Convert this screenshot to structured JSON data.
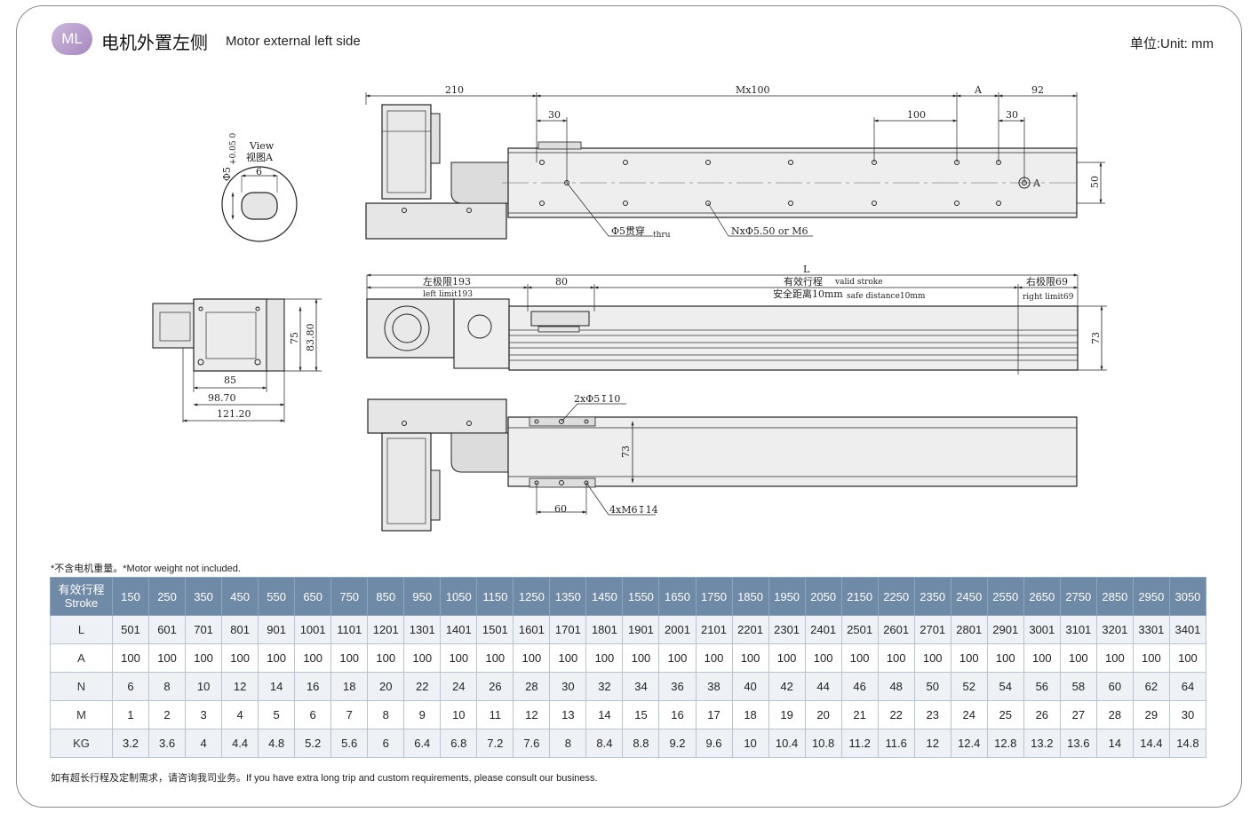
{
  "header": {
    "badge": "ML",
    "title_cn": "电机外置左侧",
    "title_en": "Motor external left side",
    "unit": "单位:Unit: mm"
  },
  "drawing": {
    "view_a": {
      "view": "View",
      "view_cn": "视图A",
      "phi5": "Φ5",
      "tol": "+0.05 0",
      "w6": "6"
    },
    "top": {
      "d210": "210",
      "mx100": "Mx100",
      "dA": "A",
      "d92": "92",
      "d30a": "30",
      "d100": "100",
      "d30b": "30",
      "d50": "50",
      "label_A": "A",
      "thru": "Φ5贯穿",
      "thru_en": "thru",
      "holes": "NxΦ5.50 or M6"
    },
    "side": {
      "L": "L",
      "left_cn": "左极限193",
      "left_en": "left limit193",
      "d80": "80",
      "stroke_cn": "有效行程",
      "stroke_en": "valid stroke",
      "safe_cn": "安全距离10mm",
      "safe_en": "safe distance10mm",
      "right_cn": "右极限69",
      "right_en": "right limit69",
      "d73": "73"
    },
    "end": {
      "d75": "75",
      "d83": "83.80",
      "d85": "85",
      "d98": "98.70",
      "d121": "121.20"
    },
    "bottom": {
      "holes1": "2xΦ5↧10",
      "d73": "73",
      "d60": "60",
      "holes2": "4xM6↧14"
    }
  },
  "notes": {
    "motor_weight": "*不含电机重量。*Motor weight not included.",
    "custom": "如有超长行程及定制需求，请咨询我司业务。If you have extra long trip and custom requirements, please consult our business."
  },
  "table": {
    "stroke_label_cn": "有效行程",
    "stroke_label_en": "Stroke",
    "strokes": [
      "150",
      "250",
      "350",
      "450",
      "550",
      "650",
      "750",
      "850",
      "950",
      "1050",
      "1150",
      "1250",
      "1350",
      "1450",
      "1550",
      "1650",
      "1750",
      "1850",
      "1950",
      "2050",
      "2150",
      "2250",
      "2350",
      "2450",
      "2550",
      "2650",
      "2750",
      "2850",
      "2950",
      "3050"
    ],
    "rows": [
      {
        "label": "L",
        "values": [
          "501",
          "601",
          "701",
          "801",
          "901",
          "1001",
          "1101",
          "1201",
          "1301",
          "1401",
          "1501",
          "1601",
          "1701",
          "1801",
          "1901",
          "2001",
          "2101",
          "2201",
          "2301",
          "2401",
          "2501",
          "2601",
          "2701",
          "2801",
          "2901",
          "3001",
          "3101",
          "3201",
          "3301",
          "3401"
        ]
      },
      {
        "label": "A",
        "values": [
          "100",
          "100",
          "100",
          "100",
          "100",
          "100",
          "100",
          "100",
          "100",
          "100",
          "100",
          "100",
          "100",
          "100",
          "100",
          "100",
          "100",
          "100",
          "100",
          "100",
          "100",
          "100",
          "100",
          "100",
          "100",
          "100",
          "100",
          "100",
          "100",
          "100"
        ]
      },
      {
        "label": "N",
        "values": [
          "6",
          "8",
          "10",
          "12",
          "14",
          "16",
          "18",
          "20",
          "22",
          "24",
          "26",
          "28",
          "30",
          "32",
          "34",
          "36",
          "38",
          "40",
          "42",
          "44",
          "46",
          "48",
          "50",
          "52",
          "54",
          "56",
          "58",
          "60",
          "62",
          "64"
        ]
      },
      {
        "label": "M",
        "values": [
          "1",
          "2",
          "3",
          "4",
          "5",
          "6",
          "7",
          "8",
          "9",
          "10",
          "11",
          "12",
          "13",
          "14",
          "15",
          "16",
          "17",
          "18",
          "19",
          "20",
          "21",
          "22",
          "23",
          "24",
          "25",
          "26",
          "27",
          "28",
          "29",
          "30"
        ]
      },
      {
        "label": "KG",
        "values": [
          "3.2",
          "3.6",
          "4",
          "4.4",
          "4.8",
          "5.2",
          "5.6",
          "6",
          "6.4",
          "6.8",
          "7.2",
          "7.6",
          "8",
          "8.4",
          "8.8",
          "9.2",
          "9.6",
          "10",
          "10.4",
          "10.8",
          "11.2",
          "11.6",
          "12",
          "12.4",
          "12.8",
          "13.2",
          "13.6",
          "14",
          "14.4",
          "14.8"
        ]
      }
    ]
  }
}
